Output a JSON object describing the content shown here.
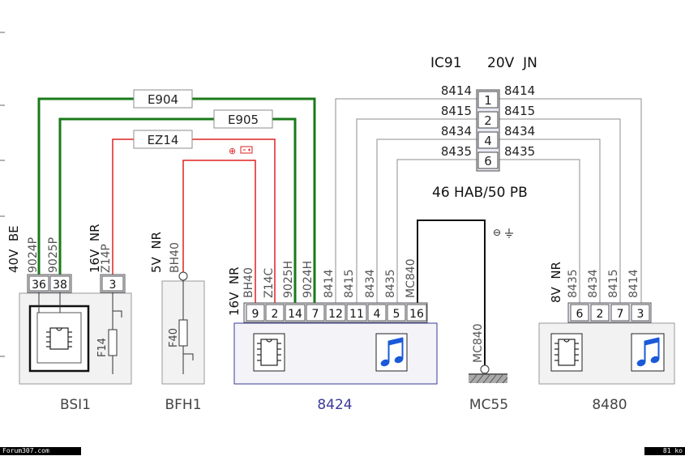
{
  "header": {
    "connector_id": "IC91",
    "connector_spec": "20V  JN",
    "ground_spec": "46 HAB/50 PB"
  },
  "connector_ic91": {
    "left_wires": [
      "8414",
      "8415",
      "8434",
      "8435"
    ],
    "pins": [
      "1",
      "2",
      "4",
      "6"
    ],
    "right_wires": [
      "8414",
      "8415",
      "8434",
      "8435"
    ]
  },
  "harness_labels": {
    "e904": "E904",
    "e905": "E905",
    "ez14": "EZ14"
  },
  "symbols": {
    "battery_plus": "⊕",
    "ground_minus": "⊖"
  },
  "bsi1": {
    "name": "BSI1",
    "connector": "40V  BE",
    "wires": [
      "9024P",
      "9025P"
    ],
    "connector2": "16V  NR",
    "wire2": "Z14P",
    "pins": [
      "36",
      "38",
      "3"
    ],
    "fuse": "F14"
  },
  "bfh1": {
    "name": "BFH1",
    "connector": "5V  NR",
    "wire": "BH40",
    "fuse": "F40"
  },
  "m8424": {
    "name": "8424",
    "connector": "16V  NR",
    "wires": [
      "BH40",
      "Z14C",
      "9025H",
      "9024H",
      "8414",
      "8415",
      "8434",
      "8435",
      "MC840"
    ],
    "pins": [
      "9",
      "2",
      "14",
      "7",
      "12",
      "11",
      "4",
      "5",
      "16"
    ]
  },
  "mc55": {
    "name": "MC55",
    "wire": "MC840"
  },
  "m8480": {
    "name": "8480",
    "connector": "8V  NR",
    "wires": [
      "8435",
      "8434",
      "8415",
      "8414"
    ],
    "pins": [
      "6",
      "2",
      "7",
      "3"
    ]
  },
  "footer": {
    "left": "Forum307.com",
    "right": "81 ko"
  },
  "colors": {
    "green": "#1a7a1a",
    "red": "#dd2222",
    "gray": "#8c8c8c",
    "black": "#111111",
    "blue_module": "#3a3a99",
    "pin_fill": "#eaeaf6"
  }
}
